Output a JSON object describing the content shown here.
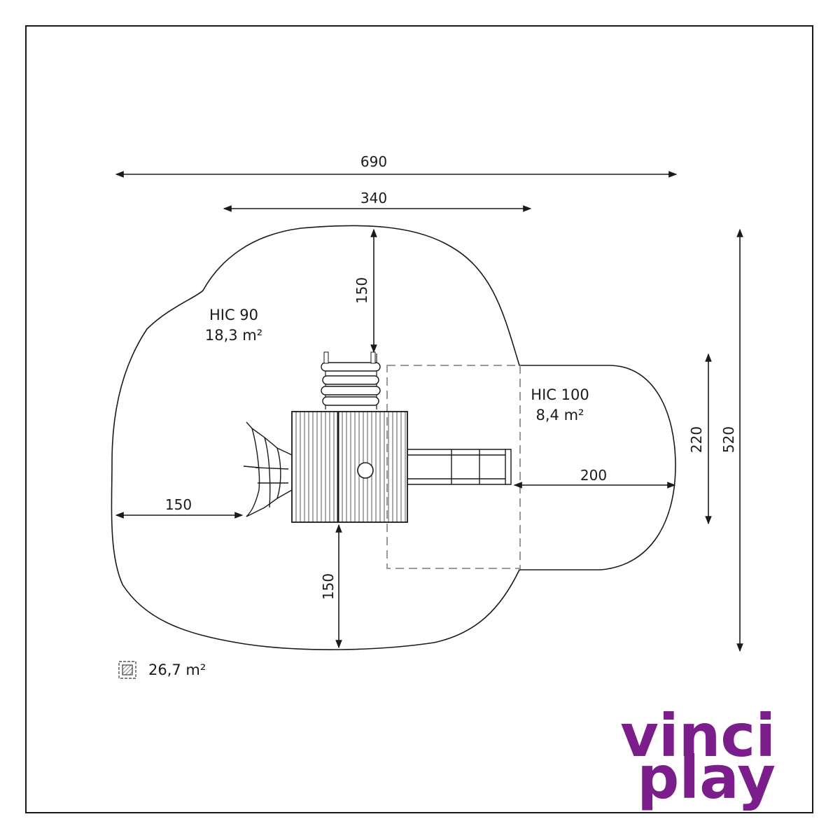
{
  "diagram": {
    "dimensions": {
      "total_width": "690",
      "structure_width": "340",
      "top_clearance": "150",
      "total_depth": "520",
      "slide_zone_depth": "220",
      "slide_runout": "200",
      "left_clearance": "150",
      "bottom_clearance": "150"
    },
    "zones": {
      "main": {
        "name": "HIC 90",
        "area": "18,3 m²"
      },
      "slide": {
        "name": "HIC 100",
        "area": "8,4 m²"
      }
    },
    "legend": {
      "total_area": "26,7 m²"
    }
  },
  "brand": {
    "line1": "vinci",
    "line2": "play",
    "color": "#7b1e8c"
  },
  "colors": {
    "line": "#1a1a1a",
    "dashed": "#9a9a9a"
  }
}
